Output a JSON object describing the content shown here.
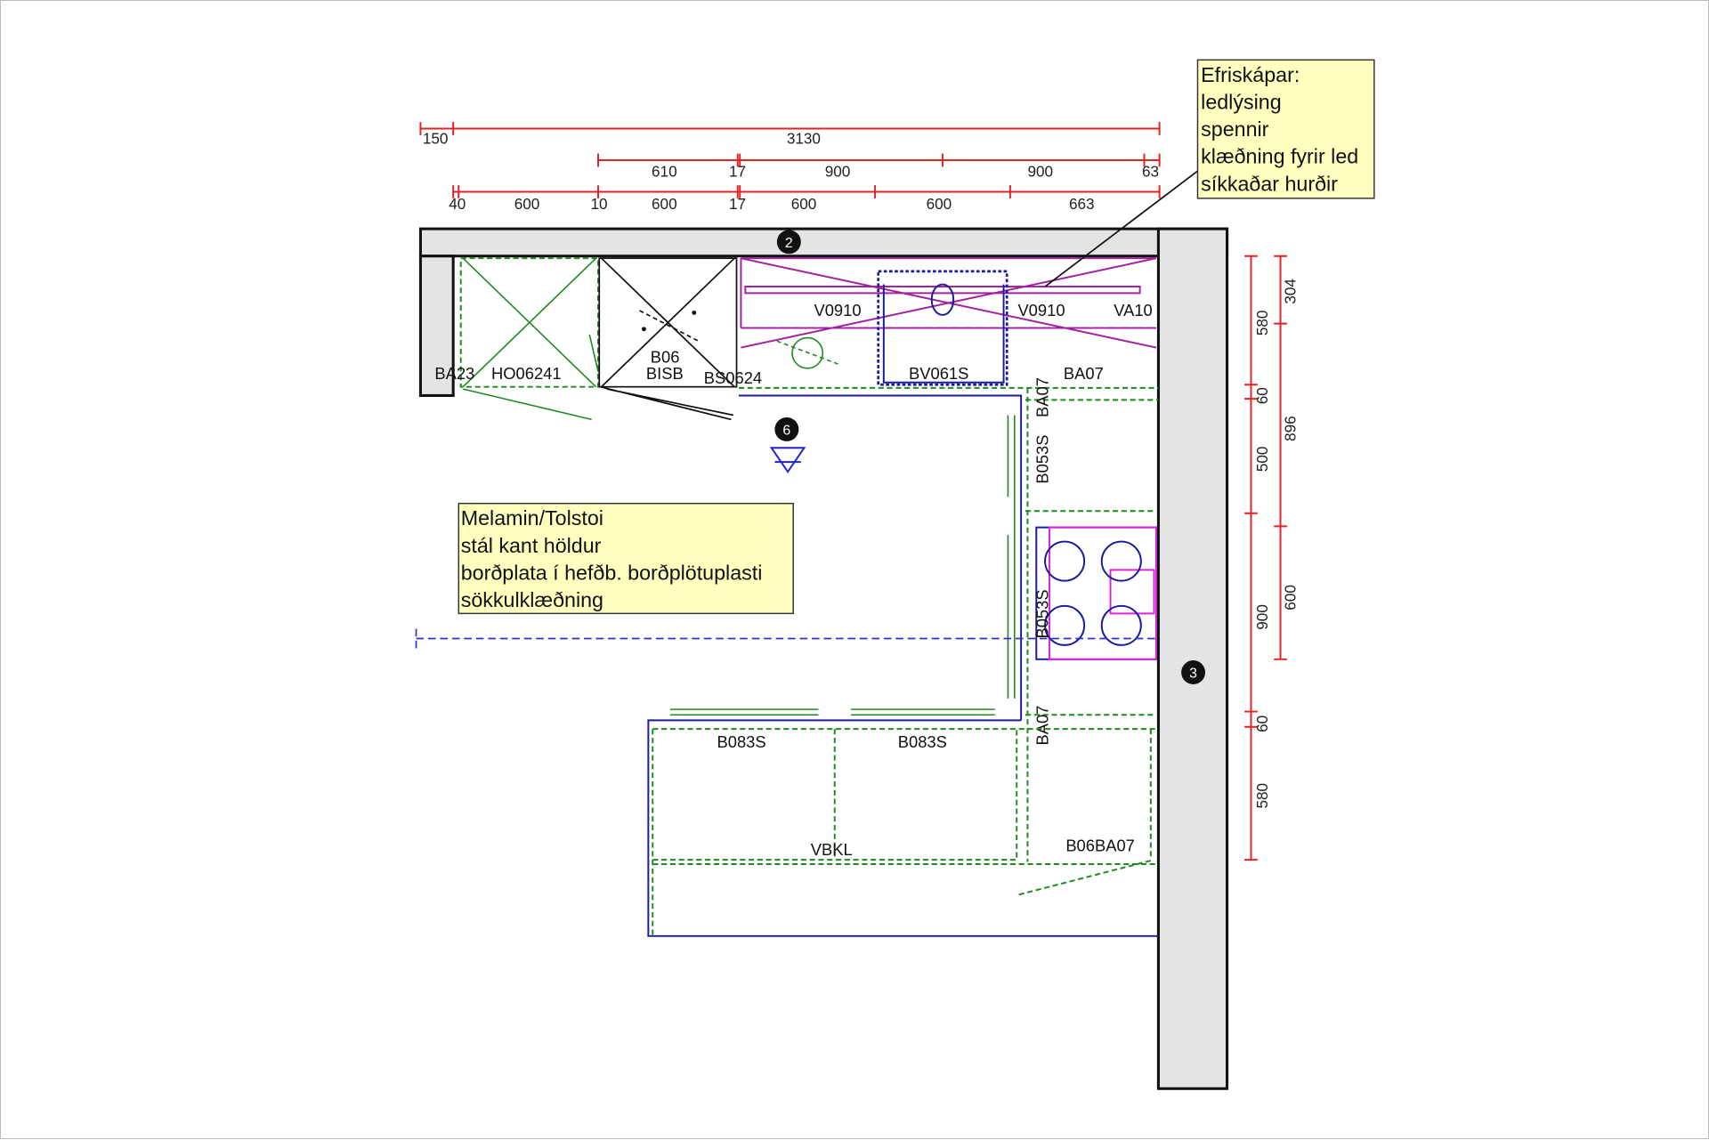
{
  "notes": {
    "upper": [
      "Efriskápar:",
      "ledlýsing",
      "spennir",
      "klæðning fyrir led",
      "síkkaðar hurðir"
    ],
    "lower": [
      "Melamin/Tolstoi",
      "stál kant höldur",
      "borðplata í hefðb. borðplötuplasti",
      "sökkulklæðning"
    ]
  },
  "dimensions": {
    "top_row1": [
      "150",
      "3130"
    ],
    "top_row2": [
      "610",
      "17",
      "900",
      "900",
      "63"
    ],
    "top_row3": [
      "40",
      "600",
      "10",
      "600",
      "17",
      "600",
      "600",
      "663"
    ],
    "right_col1": [
      "580",
      "60",
      "500",
      "900",
      "60",
      "580"
    ],
    "right_col2": [
      "304",
      "896",
      "600"
    ]
  },
  "wall_markers": [
    "2",
    "6",
    "3"
  ],
  "cabinets": {
    "top_run": [
      "BA23",
      "HO06241",
      "B06",
      "BISB",
      "BS0624",
      "V0910",
      "BV061S",
      "V0910",
      "VA10",
      "BA07"
    ],
    "right_run": [
      "BA07",
      "B053S",
      "B053S",
      "BA07"
    ],
    "island": [
      "B083S",
      "B083S",
      "VBKL",
      "B06BA07"
    ]
  },
  "colors": {
    "dimension": "#e02424",
    "wall": "#e4e4e4",
    "note_bg": "#ffffc0",
    "base": "#1f8a1f",
    "upper": "#a020a0",
    "outline": "#1a1aa0"
  }
}
